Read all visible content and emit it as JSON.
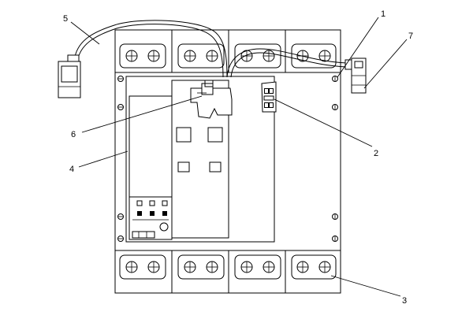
{
  "diagram": {
    "callouts": [
      {
        "id": "c1",
        "label": "1",
        "refers_to": "mounting-screw"
      },
      {
        "id": "c2",
        "label": "2",
        "refers_to": "connector-block"
      },
      {
        "id": "c3",
        "label": "3",
        "refers_to": "lower-terminal-block"
      },
      {
        "id": "c4",
        "label": "4",
        "refers_to": "trip-unit"
      },
      {
        "id": "c5",
        "label": "5",
        "refers_to": "left-wire-harness"
      },
      {
        "id": "c6",
        "label": "6",
        "refers_to": "operating-handle"
      },
      {
        "id": "c7",
        "label": "7",
        "refers_to": "right-plug-connector"
      }
    ]
  }
}
